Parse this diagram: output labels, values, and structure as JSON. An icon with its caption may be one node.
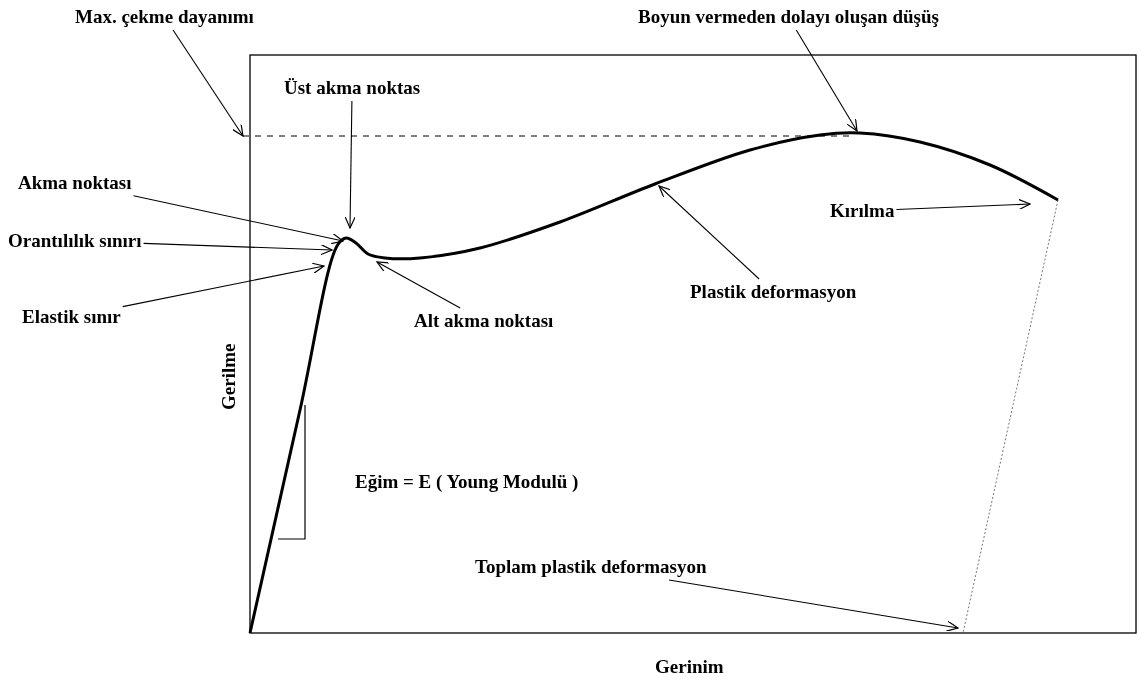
{
  "diagram": {
    "nodes": [
      {
        "text": [
          "Max. çekme dayanımı"
        ]
      },
      {
        "text": [
          "Boyun vermeden dolayı oluşan düşüş"
        ]
      },
      {
        "text": [
          "Üst akma noktas"
        ]
      },
      {
        "text": [
          "Akma noktası"
        ]
      },
      {
        "text": [
          "Orantılılık sınırı"
        ]
      },
      {
        "text": [
          "Elastik sınır"
        ]
      },
      {
        "text": [
          "Alt akma noktası"
        ]
      },
      {
        "text": [
          "Plastik deformasyon"
        ]
      },
      {
        "text": [
          "Kırılma"
        ]
      },
      {
        "text": [
          "Toplam plastik deformasyon"
        ]
      }
    ],
    "edges": [
      {
        "from": 0,
        "to": null,
        "arrow": "to"
      },
      {
        "from": 1,
        "to": null,
        "arrow": "to"
      },
      {
        "from": 2,
        "to": null,
        "arrow": "to"
      },
      {
        "from": 3,
        "to": null,
        "arrow": "to"
      },
      {
        "from": 4,
        "to": null,
        "arrow": "to"
      },
      {
        "from": 5,
        "to": null,
        "arrow": "to"
      },
      {
        "from": 6,
        "to": null,
        "arrow": "to"
      },
      {
        "from": 7,
        "to": null,
        "arrow": "to"
      },
      {
        "from": 8,
        "to": null,
        "arrow": "to"
      },
      {
        "from": 9,
        "to": null,
        "arrow": "to"
      }
    ],
    "labels": [
      "Gerilme",
      "Eğim = E ( Young Modulü )",
      "Gerinim"
    ]
  }
}
